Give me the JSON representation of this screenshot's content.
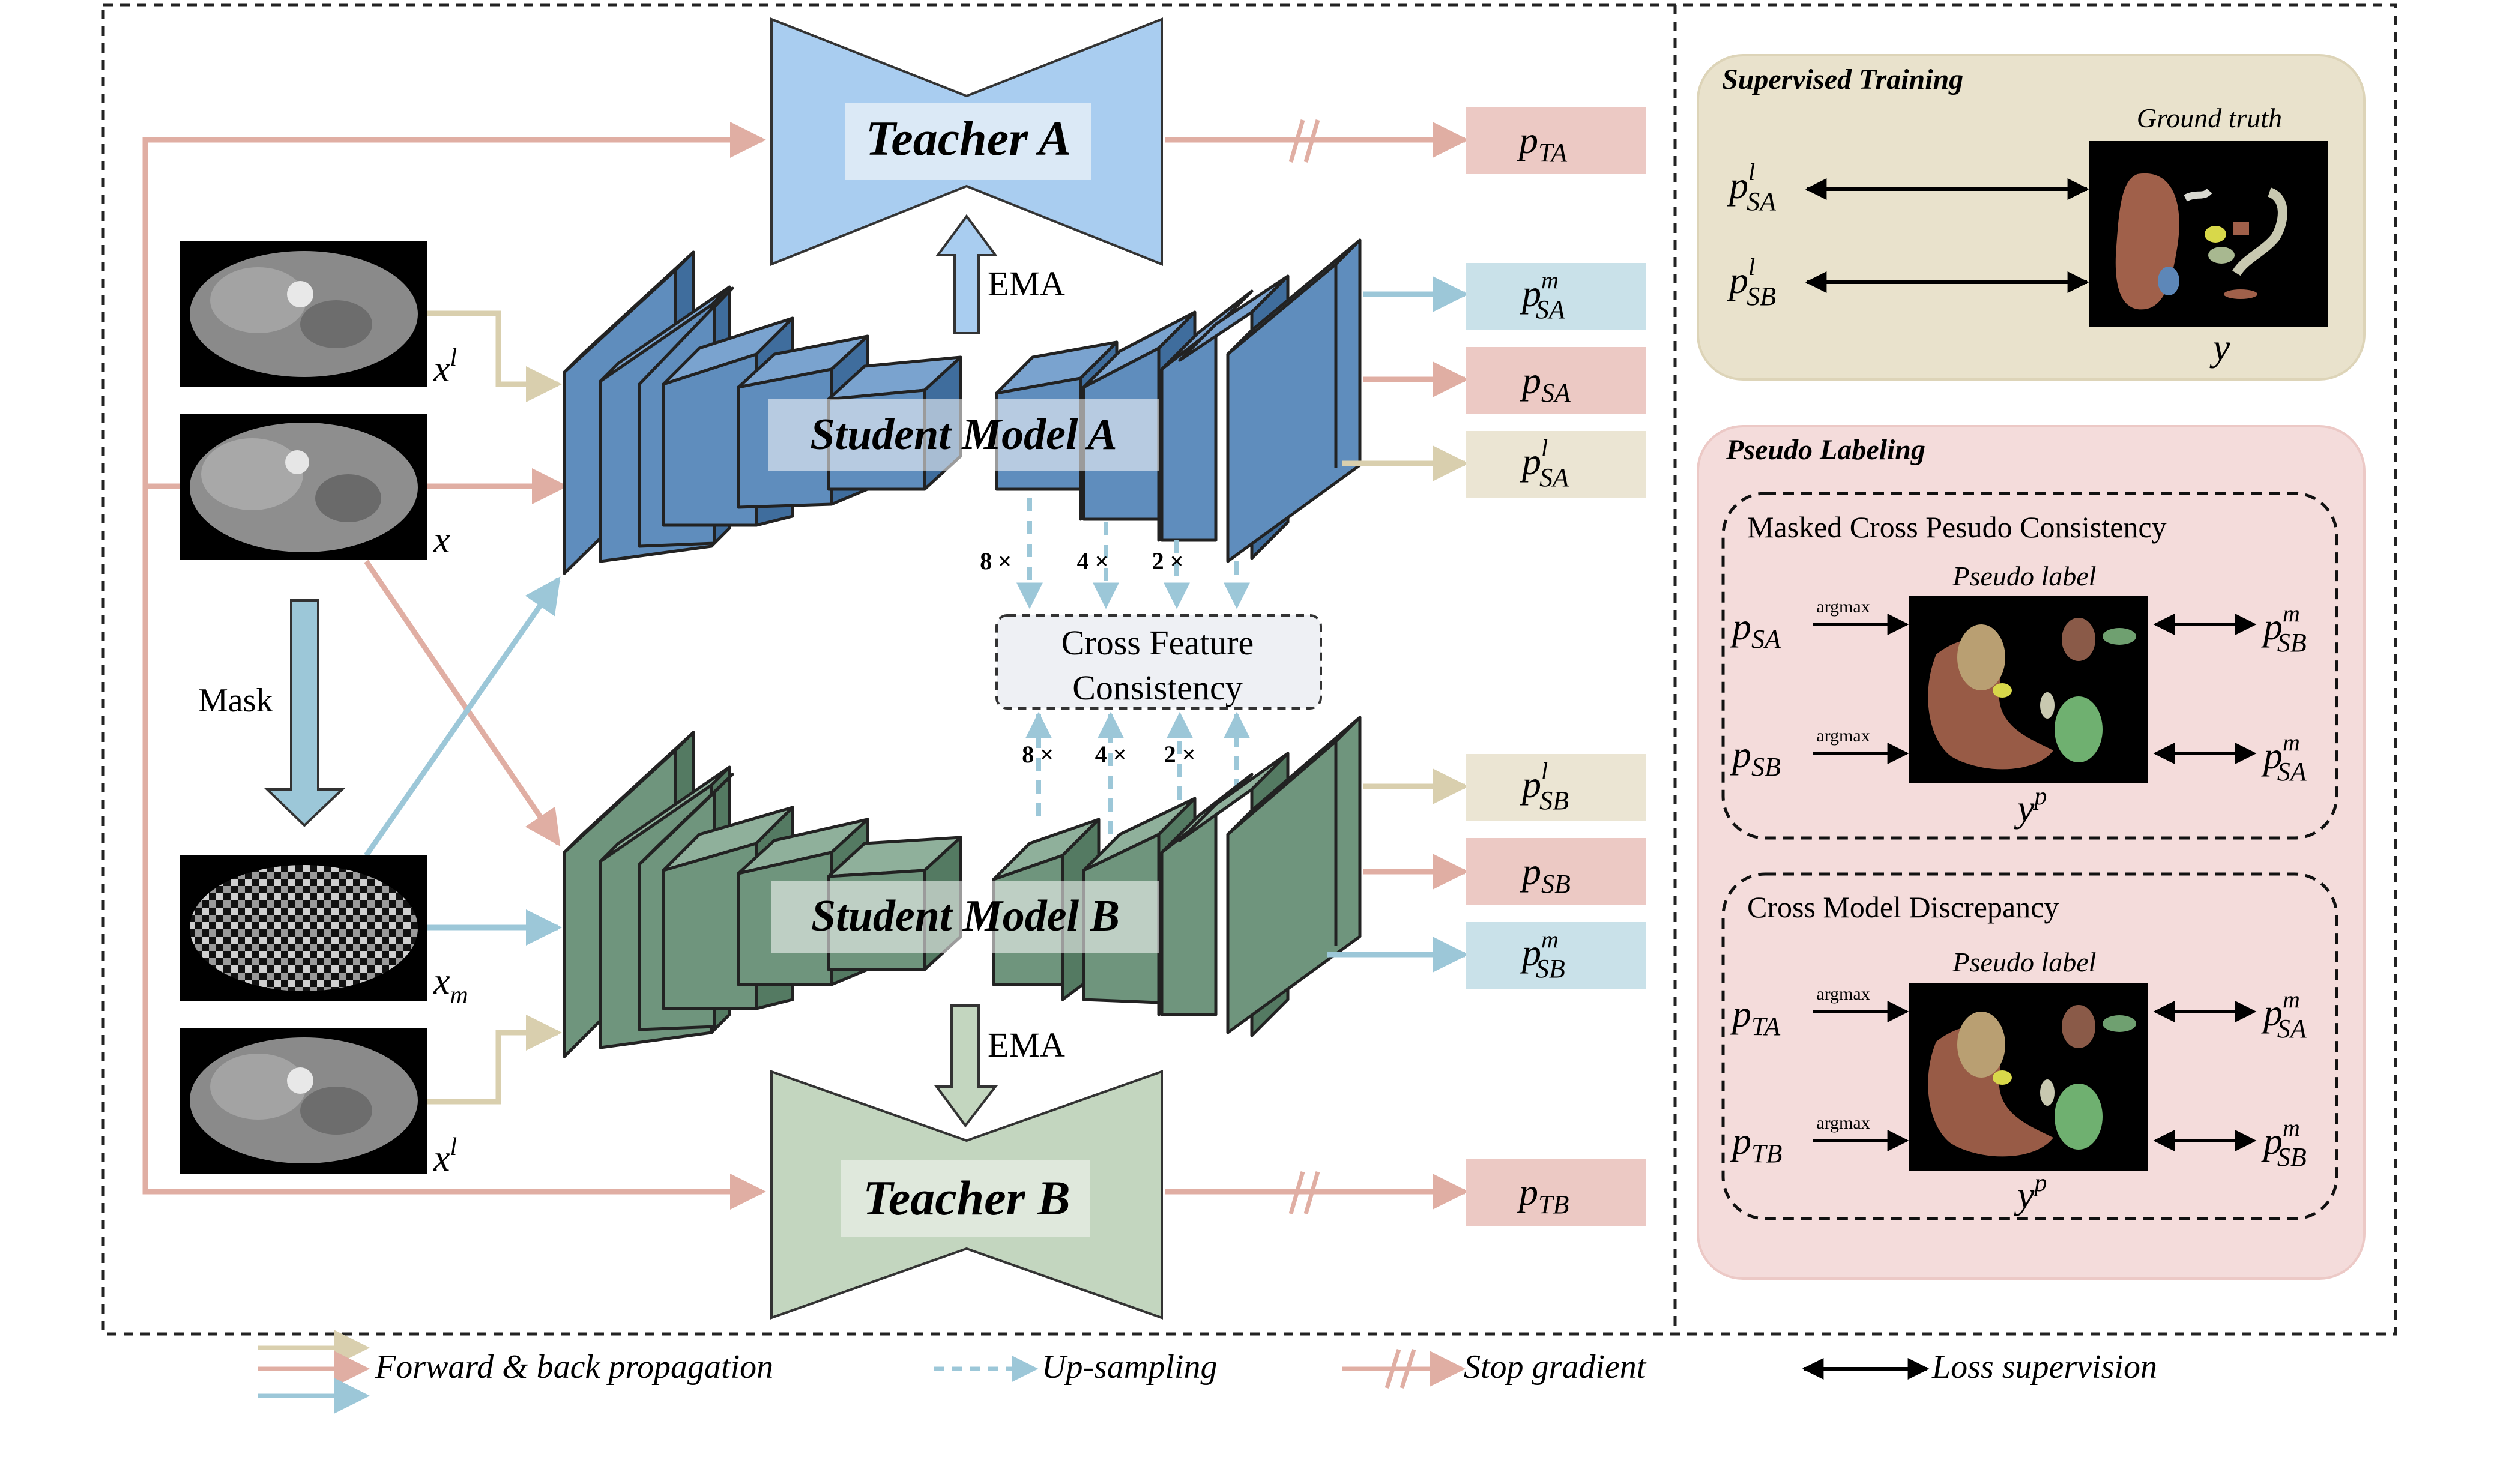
{
  "models": {
    "teacher_a": "Teacher A",
    "teacher_b": "Teacher B",
    "student_a": "Student Model A",
    "student_b": "Student Model B",
    "ema": "EMA",
    "mask": "Mask"
  },
  "inputs": {
    "x_l": "x",
    "x_l_sup": "l",
    "x": "x",
    "x_m": "x",
    "x_m_sub": "m"
  },
  "cross_feature": {
    "line1": "Cross Feature",
    "line2": "Consistency",
    "scales": [
      "8 ×",
      "4 ×",
      "2 ×"
    ]
  },
  "outputs": {
    "p": "p",
    "p_ta_sub": "TA",
    "p_tb_sub": "TB",
    "p_sa_sub": "SA",
    "p_sb_sub": "SB",
    "sup_m": "m",
    "sup_l": "l"
  },
  "supervised": {
    "title": "Supervised Training",
    "ground_truth": "Ground truth",
    "y": "y"
  },
  "pseudo": {
    "title": "Pseudo Labeling",
    "masked_title": "Masked Cross Pesudo Consistency",
    "discrepancy_title": "Cross Model Discrepancy",
    "pseudo_label": "Pseudo label",
    "argmax": "argmax",
    "y": "y",
    "y_sup": "p"
  },
  "legend": {
    "forward": "Forward & back propagation",
    "upsampling": "Up-sampling",
    "stop": "Stop gradient",
    "loss": "Loss supervision"
  },
  "colors": {
    "pink_arrow": "#e0aea3",
    "blue_arrow": "#9cc7d8",
    "beige_arrow": "#d9cfae",
    "student_a": "#5f8dbd",
    "student_b": "#6f957d",
    "teacher_a": "#a9cdf0",
    "teacher_b": "#c3d6bf",
    "pink_box": "#ecc9c4",
    "blue_box": "#c9e1e9",
    "beige_box": "#ebe5d3",
    "panel_sup": "#e9e2cc",
    "panel_pseudo": "#f4dcdb"
  }
}
